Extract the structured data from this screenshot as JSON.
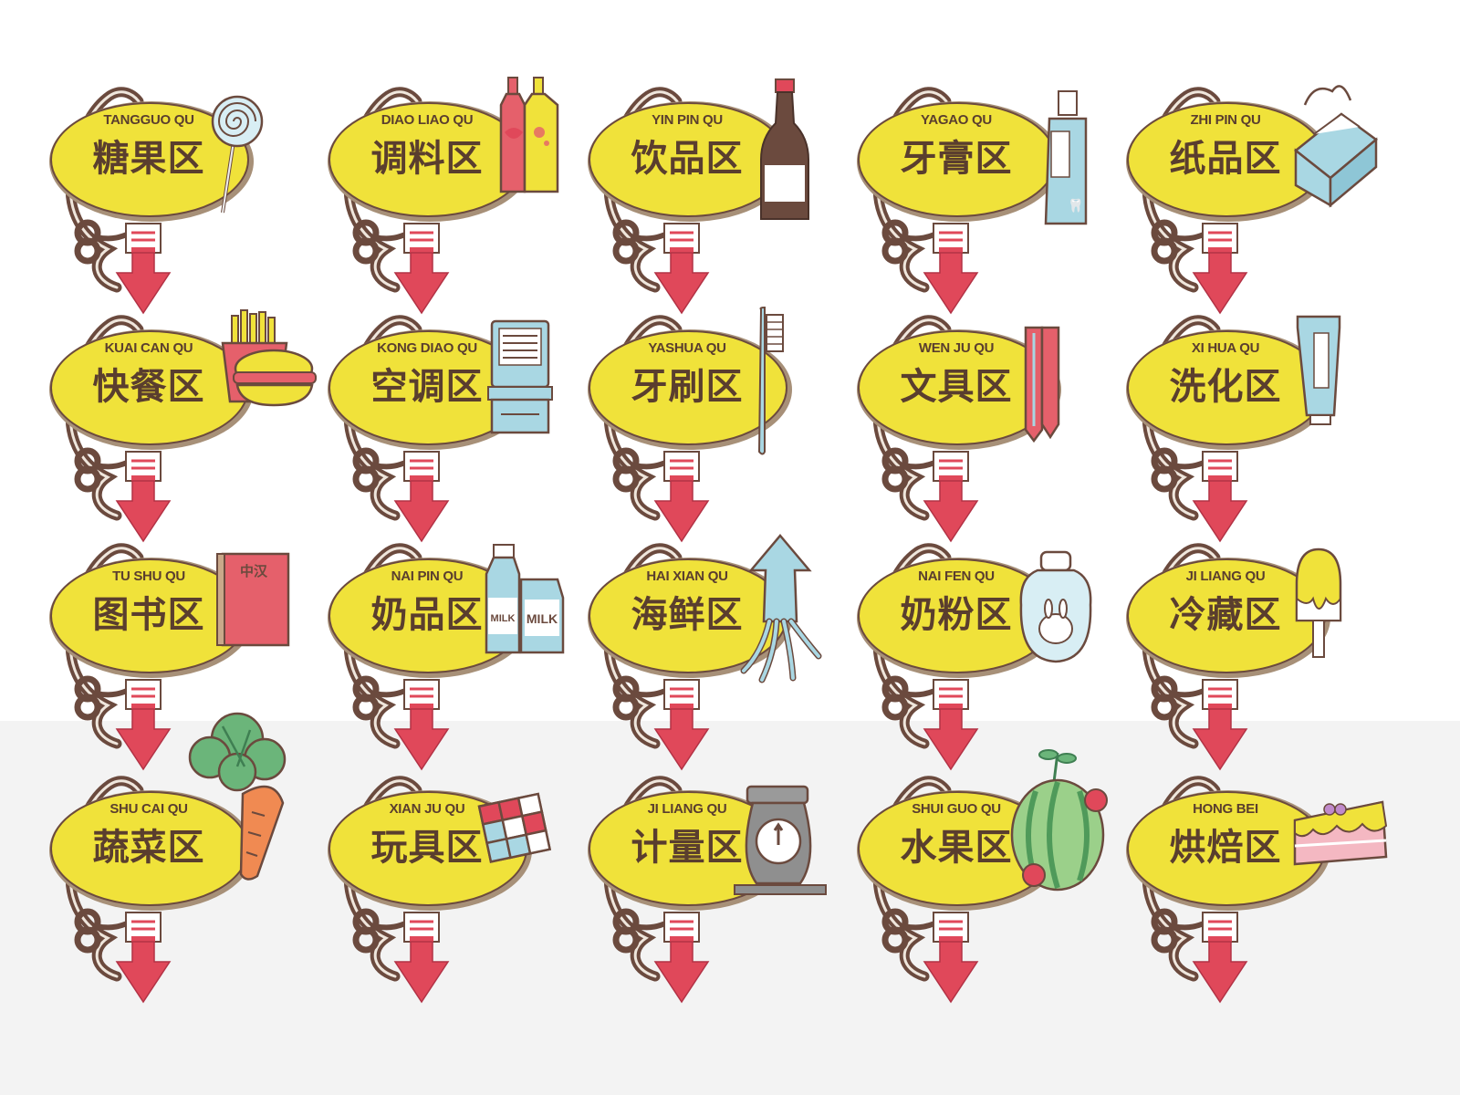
{
  "signs": [
    {
      "pinyin": "TANGGUO QU",
      "hanzi": "糖果区",
      "icon": "lollipop-icon"
    },
    {
      "pinyin": "DIAO LIAO QU",
      "hanzi": "调料区",
      "icon": "condiment-bottles-icon"
    },
    {
      "pinyin": "YIN PIN QU",
      "hanzi": "饮品区",
      "icon": "drink-bottle-icon"
    },
    {
      "pinyin": "YAGAO QU",
      "hanzi": "牙膏区",
      "icon": "toothpaste-icon"
    },
    {
      "pinyin": "ZHI PIN QU",
      "hanzi": "纸品区",
      "icon": "tissue-box-icon"
    },
    {
      "pinyin": "KUAI CAN QU",
      "hanzi": "快餐区",
      "icon": "fast-food-icon"
    },
    {
      "pinyin": "KONG DIAO QU",
      "hanzi": "空调区",
      "icon": "air-conditioner-icon"
    },
    {
      "pinyin": "YASHUA QU",
      "hanzi": "牙刷区",
      "icon": "toothbrush-icon"
    },
    {
      "pinyin": "WEN JU QU",
      "hanzi": "文具区",
      "icon": "stationery-icon"
    },
    {
      "pinyin": "XI HUA QU",
      "hanzi": "洗化区",
      "icon": "lotion-tube-icon"
    },
    {
      "pinyin": "TU SHU QU",
      "hanzi": "图书区",
      "icon": "book-icon",
      "icon_text": "中汉"
    },
    {
      "pinyin": "NAI PIN QU",
      "hanzi": "奶品区",
      "icon": "milk-icon",
      "icon_text": [
        "MILK",
        "MILK"
      ]
    },
    {
      "pinyin": "HAI XIAN QU",
      "hanzi": "海鲜区",
      "icon": "squid-icon"
    },
    {
      "pinyin": "NAI FEN QU",
      "hanzi": "奶粉区",
      "icon": "milk-powder-icon"
    },
    {
      "pinyin": "JI LIANG QU",
      "hanzi": "冷藏区",
      "icon": "ice-cream-icon"
    },
    {
      "pinyin": "SHU CAI QU",
      "hanzi": "蔬菜区",
      "icon": "vegetables-icon"
    },
    {
      "pinyin": "XIAN JU QU",
      "hanzi": "玩具区",
      "icon": "rubiks-cube-icon"
    },
    {
      "pinyin": "JI LIANG QU",
      "hanzi": "计量区",
      "icon": "scale-icon"
    },
    {
      "pinyin": "SHUI GUO QU",
      "hanzi": "水果区",
      "icon": "fruit-icon"
    },
    {
      "pinyin": "HONG BEI",
      "hanzi": "烘焙区",
      "icon": "cake-icon"
    }
  ],
  "colors": {
    "yellow": "#f0e23a",
    "brown": "#6b4a3e",
    "arrow_red": "#e0485a",
    "light_blue": "#a9d7e3",
    "pink_red": "#e5606b"
  }
}
